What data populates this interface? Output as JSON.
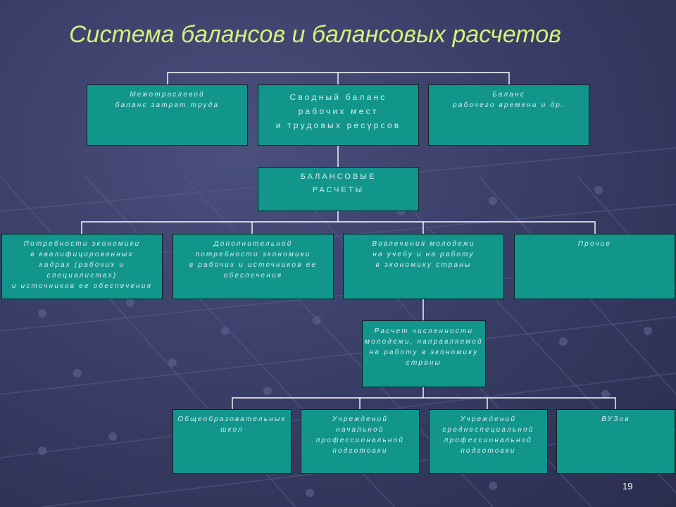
{
  "title": "Система балансов и балансовых расчетов",
  "page_number": "19",
  "colors": {
    "background": "#3a3f68",
    "title": "#d7ef7c",
    "box_fill": "#12968c",
    "box_border": "#0c1f24",
    "box_text": "#d6ecef",
    "connector": "#ffffff"
  },
  "top_row": [
    "Межотраслевой\nбаланс затрат труда",
    "Сводный баланс\nрабочих мест\nи трудовых ресурсов",
    "Баланс\nрабочего времени и др."
  ],
  "center": "БАЛАНСОВЫЕ\nРАСЧЕТЫ",
  "second_row": [
    "Потребности экономики\nв квалифицированных\nкадрах (рабочих и специалистах)\nи источников ее обеспечения",
    "Дополнительной\nпотребности экономики\nв рабочих и источников ее\nобеспечения",
    "Вовлечения молодежи\nна учебу и на работу\nв экономику страны",
    "Прочие"
  ],
  "calc_box": "Расчет численности\nмолодежи, направляемой\nна работу в экономику\nстраны",
  "bottom_row": [
    "Общеобразовательных\nшкол",
    "Учреждений\nначальной\nпрофессиональной\nподготовки",
    "Учреждений\nсреднеспециальной\nпрофессиональной\nподготовки",
    "ВУЗов"
  ]
}
